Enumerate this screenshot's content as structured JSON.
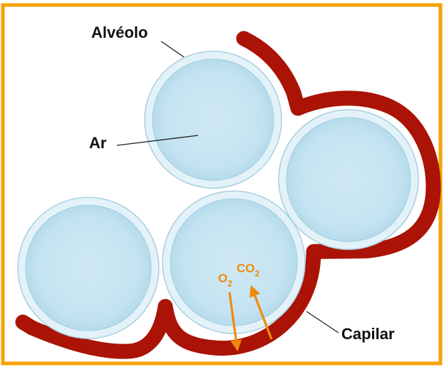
{
  "colors": {
    "frame": "#f5a300",
    "capillary": "#aa1305",
    "alveolus_fill": "#cfe9f4",
    "alveolus_rim": "#e3f2f9",
    "alveolus_outline": "#a8cfe0",
    "gas_arrow": "#f08a0e",
    "leader_line": "#222222"
  },
  "labels": {
    "alveolus": "Alvéolo",
    "air": "Ar",
    "capillary": "Capilar"
  },
  "gases": {
    "oxygen": {
      "base": "O",
      "sub": "2"
    },
    "carbon_dioxide": {
      "base": "CO",
      "sub": "2"
    }
  }
}
